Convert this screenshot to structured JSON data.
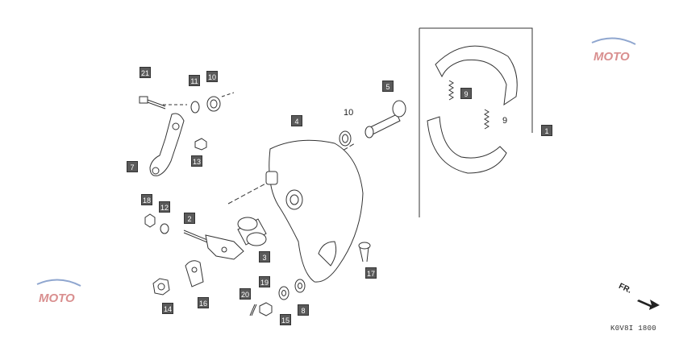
{
  "diagram": {
    "ref_code": "K0V8I 1800",
    "direction_label": "FR.",
    "watermark_text": "MOTO",
    "colors": {
      "line": "#333333",
      "callout_fill": "#5a5a5a",
      "watermark_blue": "#8fa6cf",
      "watermark_red": "#d98f8f"
    },
    "callouts": {
      "c21": "21",
      "c11": "11",
      "c10a": "10",
      "c7": "7",
      "c13": "13",
      "c4": "4",
      "c10b": "10",
      "c5": "5",
      "c9a": "9",
      "c9b": "9",
      "c1": "1",
      "c18": "18",
      "c12": "12",
      "c2": "2",
      "c3": "3",
      "c17": "17",
      "c19": "19",
      "c20": "20",
      "c14": "14",
      "c16": "16",
      "c15": "15",
      "c8": "8"
    }
  }
}
